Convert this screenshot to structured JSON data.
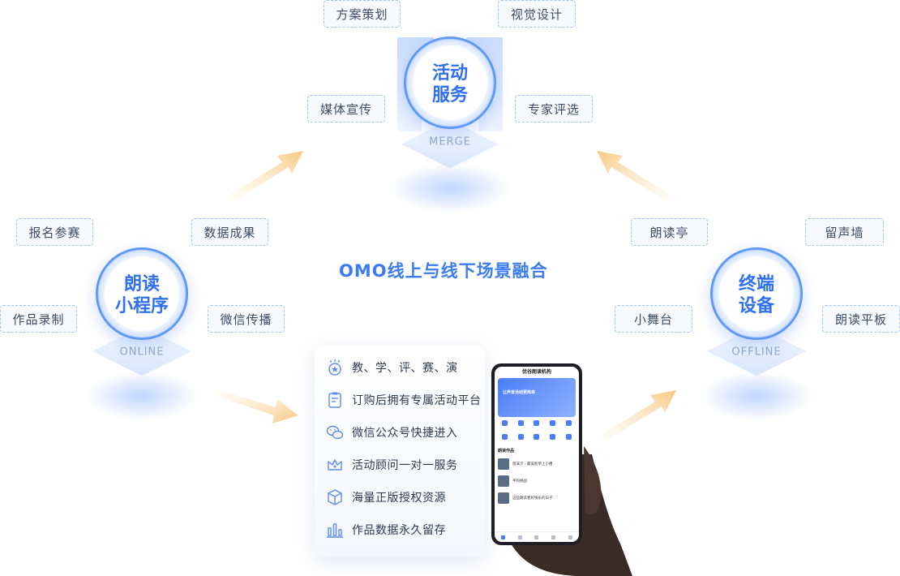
{
  "title": "OMO线上与线下场景融合",
  "nodes": {
    "top": {
      "label": "活动服务",
      "label_line1": "活动",
      "label_line2": "服务",
      "platform": "MERGE"
    },
    "left": {
      "label": "朗读小程序",
      "label_line1": "朗读",
      "label_line2": "小程序",
      "platform": "ONLINE"
    },
    "right": {
      "label": "终端设备",
      "label_line1": "终端",
      "label_line2": "设备",
      "platform": "OFFLINE"
    }
  },
  "tags": {
    "top": [
      "方案策划",
      "视觉设计",
      "媒体宣传",
      "专家评选"
    ],
    "left": [
      "报名参赛",
      "数据成果",
      "作品录制",
      "微信传播"
    ],
    "right": [
      "朗读亭",
      "留声墙",
      "小舞台",
      "朗读平板"
    ]
  },
  "features": [
    {
      "icon": "star-badge-icon",
      "text": "教、学、评、赛、演"
    },
    {
      "icon": "clipboard-icon",
      "text": "订购后拥有专属活动平台"
    },
    {
      "icon": "wechat-icon",
      "text": "微信公众号快捷进入"
    },
    {
      "icon": "crown-icon",
      "text": "活动顾问一对一服务"
    },
    {
      "icon": "box-icon",
      "text": "海量正版授权资源"
    },
    {
      "icon": "bar-chart-icon",
      "text": "作品数据永久留存"
    }
  ],
  "phone": {
    "app_title": "优谷朗读机构",
    "banner_text": "让声音活动更简单",
    "section": "朗读作品",
    "items": [
      "恩溪汐 - 最美脸单上小楼",
      "平的挑战",
      "这些朗读者好快乐的日子"
    ]
  },
  "colors": {
    "accent": "#2f6ff2",
    "title": "#3b7cf0",
    "tag_border": "#9fc3f2",
    "arrow": "#f7c983"
  }
}
